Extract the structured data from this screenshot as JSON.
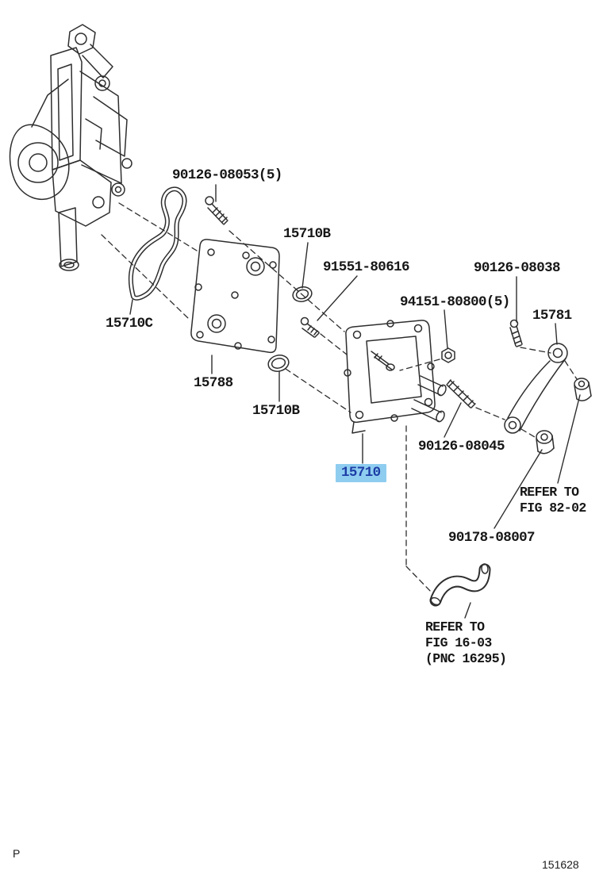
{
  "page": {
    "corner_left": "P",
    "corner_right": "151628"
  },
  "colors": {
    "highlight_bg": "#8fcdf0",
    "highlight_text": "#1d3da6",
    "line": "#2e2e2e"
  },
  "labels": [
    {
      "key": "bolt-90126-08053",
      "text": "90126-08053(5)"
    },
    {
      "key": "oring-15710B-top",
      "text": "15710B"
    },
    {
      "key": "bolt-91551-80616",
      "text": "91551-80616"
    },
    {
      "key": "bolt-90126-08038",
      "text": "90126-08038"
    },
    {
      "key": "nut-94151-80800",
      "text": "94151-80800(5)"
    },
    {
      "key": "bracket-15781",
      "text": "15781"
    },
    {
      "key": "gasket-15710C",
      "text": "15710C"
    },
    {
      "key": "cover-15788",
      "text": "15788"
    },
    {
      "key": "oring-15710B-bottom",
      "text": "15710B"
    },
    {
      "key": "bolt-90126-08045",
      "text": "90126-08045"
    },
    {
      "key": "cooler-15710",
      "text": "15710",
      "highlighted": true
    },
    {
      "key": "refer-fig-82-02",
      "lines": [
        "REFER TO",
        "FIG 82-02"
      ]
    },
    {
      "key": "nut-90178-08007",
      "text": "90178-08007"
    },
    {
      "key": "refer-fig-16-03",
      "lines": [
        "REFER TO",
        "FIG 16-03",
        "(PNC 16295)"
      ]
    }
  ]
}
